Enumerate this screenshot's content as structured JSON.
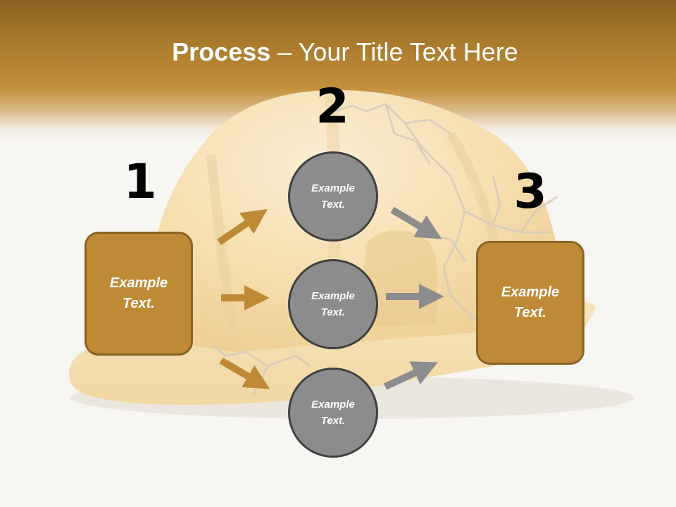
{
  "title": {
    "bold": "Process",
    "rest": " – Your Title Text Here"
  },
  "steps": [
    {
      "number": "1",
      "line1": "Example",
      "line2": "Text."
    },
    {
      "number": "2",
      "items": [
        {
          "line1": "Example",
          "line2": "Text."
        },
        {
          "line1": "Example",
          "line2": "Text."
        },
        {
          "line1": "Example",
          "line2": "Text."
        }
      ]
    },
    {
      "number": "3",
      "line1": "Example",
      "line2": "Text."
    }
  ],
  "colors": {
    "header_dark": "#8a6220",
    "box_fill": "#be8a35",
    "box_border": "#8a6424",
    "circle_fill": "#8c8c8c",
    "circle_border": "#404040",
    "arrow_gold": "#be8a35",
    "arrow_gray": "#8c8c8c"
  },
  "background_image": "cracked-hard-hat"
}
